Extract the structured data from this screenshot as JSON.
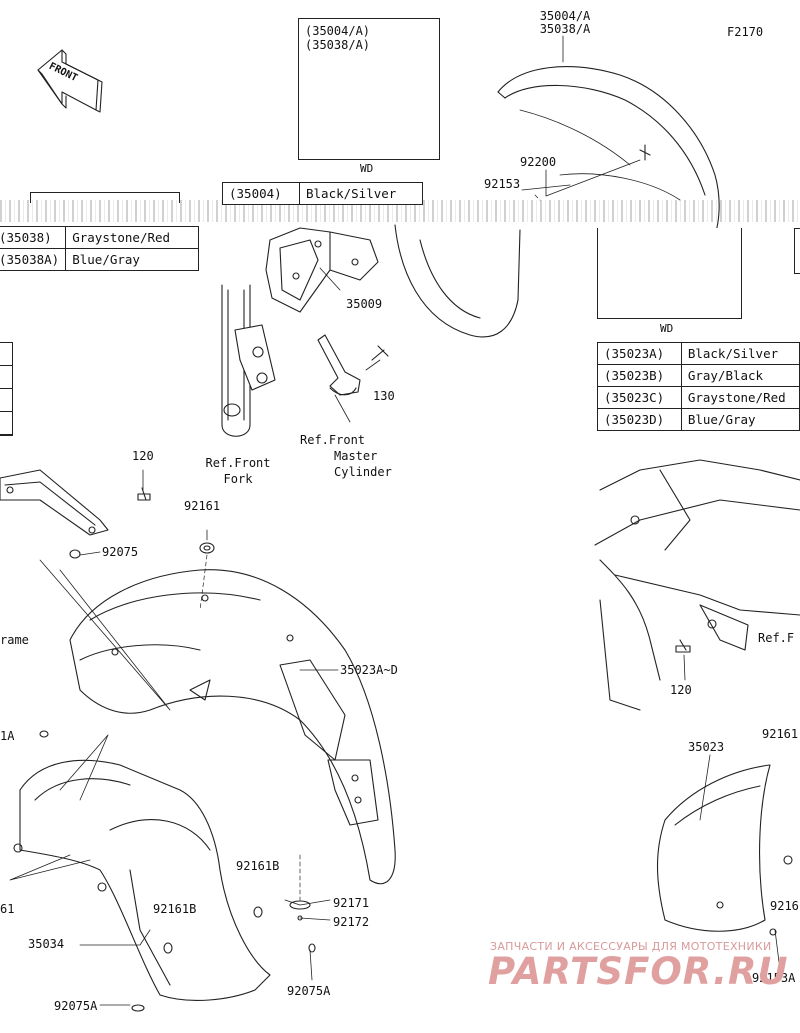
{
  "figure_code": "F2170",
  "front_label": "FRONT",
  "tables": {
    "front_left_partial": [
      [
        "(35038)",
        "Graystone/Red"
      ],
      [
        "(35038A)",
        "Blue/Gray"
      ]
    ],
    "front_center_partial": [
      [
        "(35004)",
        "Black/Silver"
      ]
    ],
    "rear_right": [
      [
        "(35023A)",
        "Black/Silver"
      ],
      [
        "(35023B)",
        "Gray/Black"
      ],
      [
        "(35023C)",
        "Graystone/Red"
      ],
      [
        "(35023D)",
        "Blue/Gray"
      ]
    ]
  },
  "insets": {
    "front_fender": {
      "lines": [
        "(35004/A)",
        "(35038/A)"
      ],
      "caption": "WD"
    },
    "rear_fender": {
      "caption": "WD"
    }
  },
  "callouts": {
    "p35004_35038": [
      "35004/A",
      "35038/A"
    ],
    "p92200": "92200",
    "p92153": "92153",
    "p35009": "35009",
    "p130": "130",
    "ref_front_fork": [
      "Ref.Front",
      "Fork"
    ],
    "ref_front_master_cylinder": [
      "Ref.Front",
      "Master",
      "Cylinder"
    ],
    "p120_left": "120",
    "p92161_top": "92161",
    "p92075_top": "92075",
    "frame_partial": "rame",
    "p35023A_D": "35023A~D",
    "left_1A_partial": "1A",
    "left_61_partial": "61",
    "p92161B_right": "92161B",
    "p92161B_left": "92161B",
    "p92171": "92171",
    "p92172": "92172",
    "p35034": "35034",
    "p92075A_right": "92075A",
    "p92075A_left": "92075A",
    "p120_right": "120",
    "ref_f_partial": "Ref.F",
    "p35023": "35023",
    "p92161_right_partial": "92161",
    "p9216_right_partial": "9216",
    "p92153A_partial": "92153A"
  },
  "watermark": {
    "line1": "ЗАПЧАСТИ И АКСЕССУАРЫ ДЛЯ МОТОТЕХНИКИ",
    "line2": "PARTSFOR.RU"
  }
}
